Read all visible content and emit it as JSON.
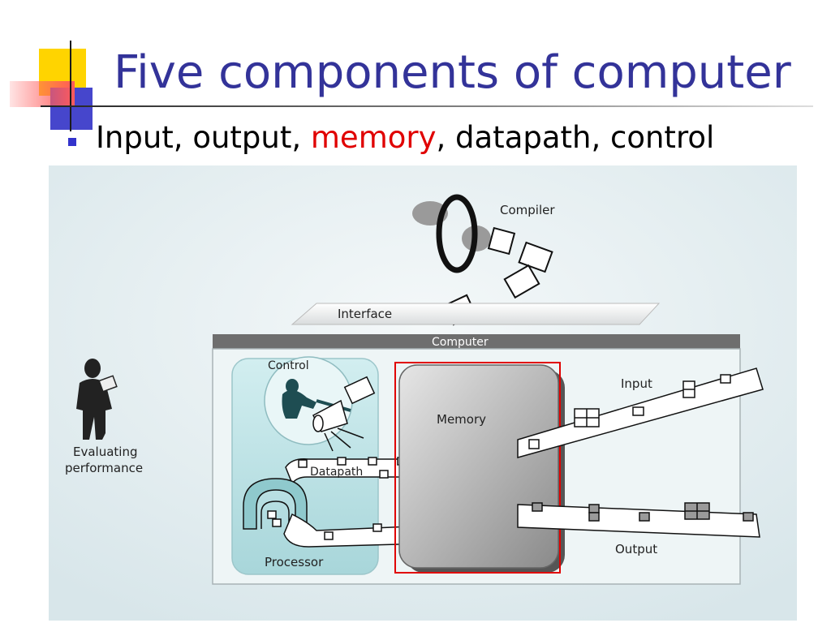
{
  "slide": {
    "title": "Five components of computer",
    "bullet": {
      "part1": "Input, output, ",
      "highlight": "memory",
      "part2": ", datapath, control"
    }
  },
  "figure": {
    "labels": {
      "compiler": "Compiler",
      "interface": "Interface",
      "computer": "Computer",
      "control": "Control",
      "datapath": "Datapath",
      "processor": "Processor",
      "memory": "Memory",
      "input": "Input",
      "output": "Output",
      "evaluating": "Evaluating",
      "performance": "performance"
    }
  },
  "colors": {
    "title": "#333399",
    "highlight": "#e00000",
    "memory_frame": "#e00000",
    "processor_panel": "#bfe3e6",
    "figure_bg": "#e8f0f2"
  }
}
